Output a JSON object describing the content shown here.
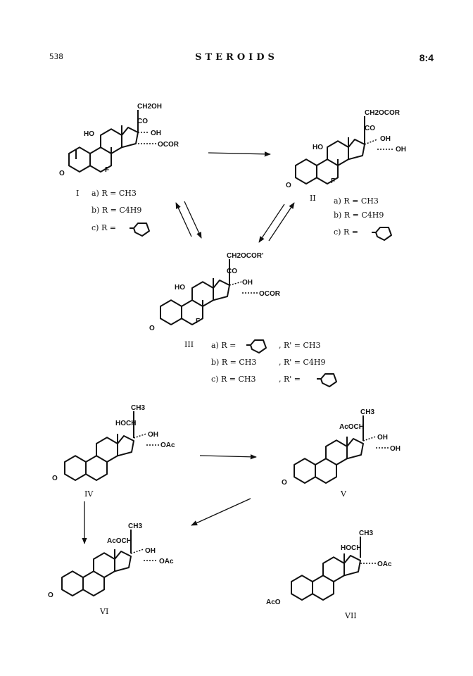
{
  "header": {
    "page_number": "538",
    "title": "STEROIDS",
    "section": "8:4"
  },
  "compounds": {
    "I": {
      "roman": "I",
      "groups": [
        "CH2OH",
        "CO",
        "HO",
        "OH",
        "OCOR",
        "F",
        "O"
      ],
      "substituents": [
        "a) R = CH3",
        "b) R = C4H9",
        "c) R ="
      ]
    },
    "II": {
      "roman": "II",
      "groups": [
        "CH2OCOR",
        "CO",
        "HO",
        "OH",
        "OH",
        "F",
        "O"
      ],
      "substituents": [
        "a) R = CH3",
        "b) R = C4H9",
        "c) R ="
      ]
    },
    "III": {
      "roman": "III",
      "groups": [
        "CH2OCOR'",
        "CO",
        "HO",
        "OH",
        "OCOR",
        "F",
        "O"
      ],
      "substituents": [
        "a) R =",
        ", R' = CH3",
        "b) R = CH3",
        ", R' = C4H9",
        "c) R = CH3",
        ", R' ="
      ]
    },
    "IV": {
      "roman": "IV",
      "groups": [
        "CH3",
        "HOCH",
        "OH",
        "OAc",
        "O"
      ]
    },
    "V": {
      "roman": "V",
      "groups": [
        "CH3",
        "AcOCH",
        "OH",
        "OH",
        "O"
      ]
    },
    "VI": {
      "roman": "VI",
      "groups": [
        "CH3",
        "AcOCH",
        "OH",
        "OAc",
        "O"
      ]
    },
    "VII": {
      "roman": "VII",
      "groups": [
        "CH3",
        "HOCH",
        "OAc",
        "AcO"
      ]
    }
  }
}
